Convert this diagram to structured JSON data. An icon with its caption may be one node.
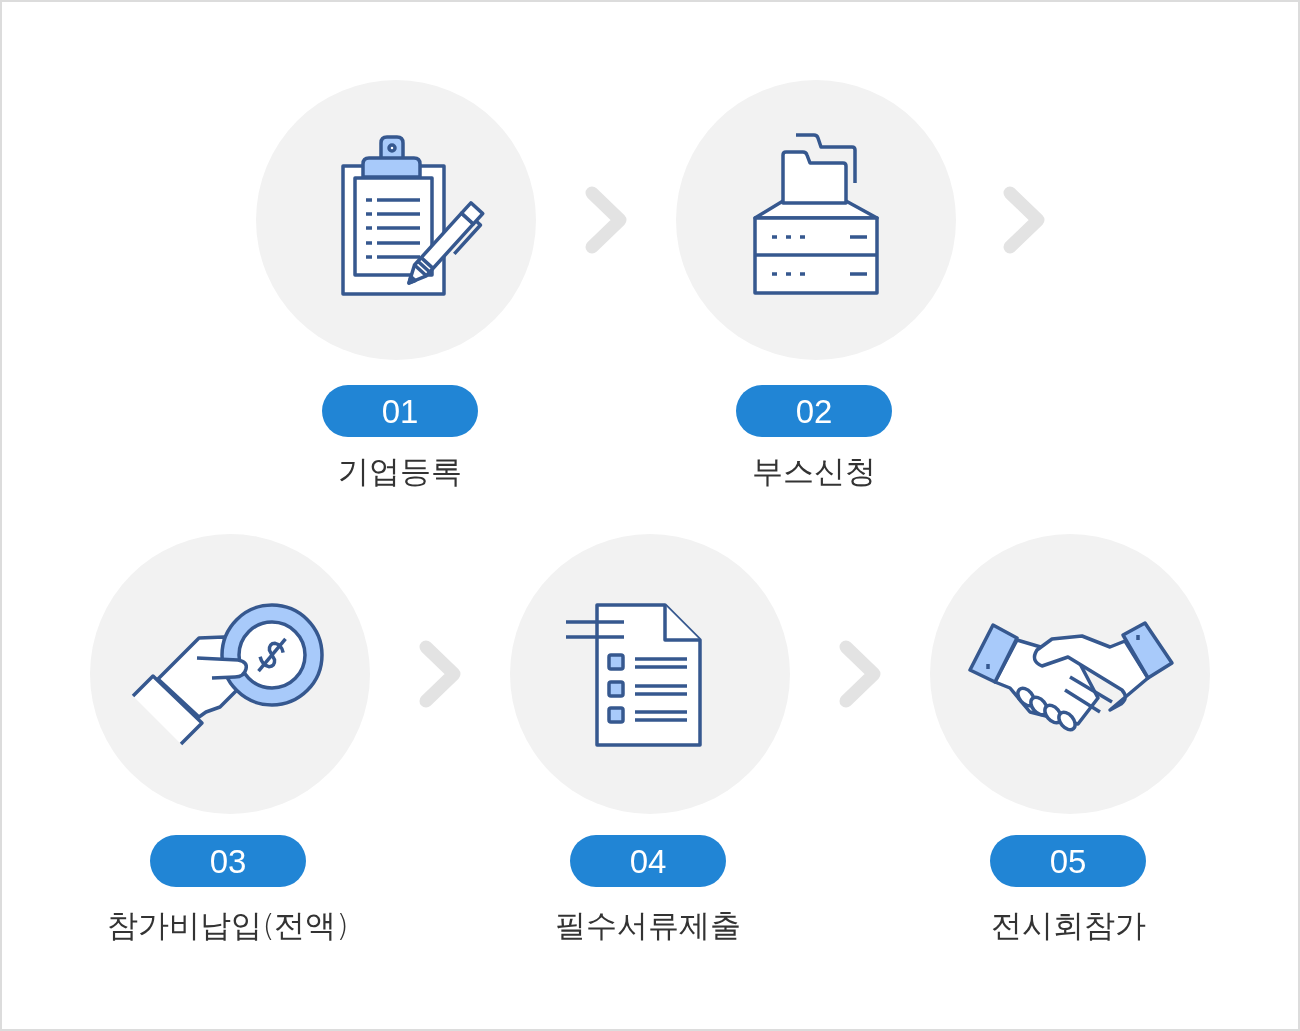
{
  "diagram": {
    "nodes": [
      {
        "text": [],
        "shape": "circle"
      },
      {
        "text": [
          "01"
        ],
        "beside": [
          "기업등록"
        ]
      },
      {
        "text": [],
        "shape": "circle"
      },
      {
        "text": [
          "02"
        ],
        "beside": [
          "부스신청"
        ]
      },
      {
        "text": [],
        "shape": "circle"
      },
      {
        "text": [
          "03"
        ],
        "beside": [
          "참가비납입(전액)"
        ]
      },
      {
        "text": [],
        "shape": "circle"
      },
      {
        "text": [
          "04"
        ],
        "beside": [
          "필수서류제출"
        ]
      },
      {
        "text": [],
        "shape": "circle"
      },
      {
        "text": [
          "05"
        ],
        "beside": [
          "전시회참가"
        ]
      }
    ],
    "edges": [
      {
        "from": 0,
        "to": 2,
        "arrow": "to"
      },
      {
        "from": 2,
        "to": null,
        "arrow": "to"
      },
      {
        "from": 4,
        "to": 6,
        "arrow": "to"
      },
      {
        "from": 6,
        "to": 8,
        "arrow": "to"
      }
    ]
  }
}
